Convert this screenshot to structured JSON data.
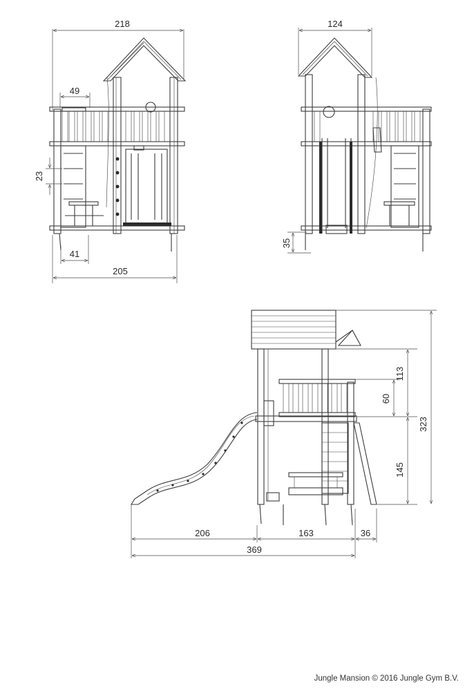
{
  "dimensions": {
    "front_top_width": "218",
    "front_bottom_width": "205",
    "front_ladder_width": "49",
    "front_ladder_base": "41",
    "front_rung_spacing": "23",
    "back_top_width": "124",
    "back_ground_height": "35",
    "side_slide_length": "206",
    "side_tower_depth": "163",
    "side_ladder_offset": "36",
    "side_total_length": "369",
    "side_roof_to_deck": "113",
    "side_railing_height": "60",
    "side_total_height": "323",
    "side_deck_height": "145"
  },
  "footer": {
    "copyright": "Jungle Mansion © 2016  Jungle Gym  B.V."
  }
}
